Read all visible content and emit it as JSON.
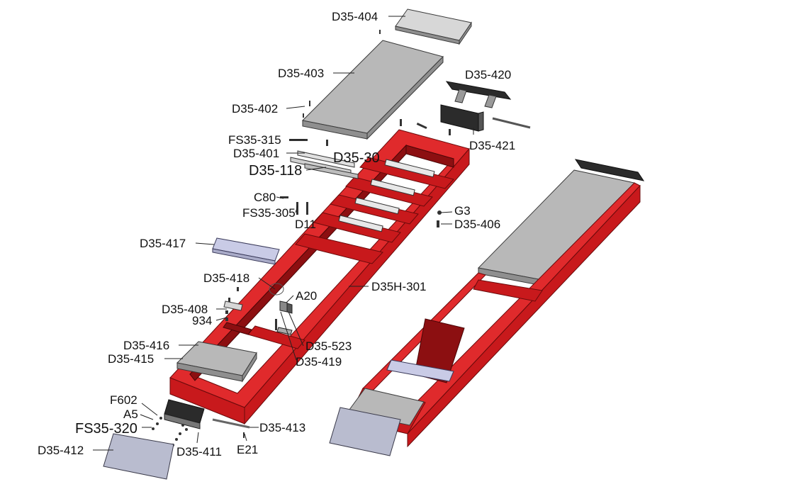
{
  "labels": {
    "d35_404": "D35-404",
    "d35_403": "D35-403",
    "d35_402": "D35-402",
    "fs35_315": "FS35-315",
    "d35_401": "D35-401",
    "d35_30x": "D35-30",
    "d35_118": "D35-118",
    "c80": "C80",
    "fs35_305": "FS35-305",
    "d11": "D11",
    "d35_420": "D35-420",
    "d35_421": "D35-421",
    "g3": "G3",
    "d35_406": "D35-406",
    "d35_417": "D35-417",
    "d35_418": "D35-418",
    "a20": "A20",
    "d35h_301": "D35H-301",
    "d35_408": "D35-408",
    "n934": "934",
    "d35_523": "D35-523",
    "d35_419": "D35-419",
    "d35_416": "D35-416",
    "d35_415": "D35-415",
    "f602": "F602",
    "a5": "A5",
    "fs35_320": "FS35-320",
    "d35_413": "D35-413",
    "d35_412": "D35-412",
    "d35_411": "D35-411",
    "e21": "E21"
  },
  "colors": {
    "frame_red": "#c8191c",
    "cover_grey": "#b8b8b8",
    "ramp_plate": "#b9bccf",
    "background": "#ffffff"
  }
}
